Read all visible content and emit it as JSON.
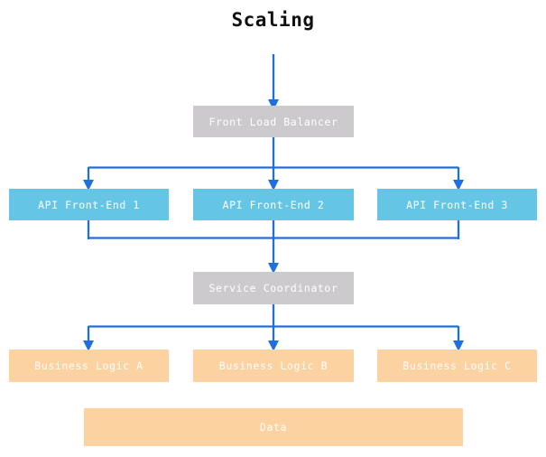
{
  "title": "Scaling",
  "colors": {
    "background": "#ffffff",
    "title_text": "#111111",
    "node_text": "#ffffff",
    "gray_node": "#cccacd",
    "blue_node": "#64c6e4",
    "peach_node": "#fcd2a1",
    "edge": "#1f6fe0"
  },
  "nodes": {
    "front_load_balancer": "Front Load Balancer",
    "api_front_end_1": "API Front-End 1",
    "api_front_end_2": "API Front-End 2",
    "api_front_end_3": "API Front-End 3",
    "service_coordinator": "Service Coordinator",
    "business_logic_a": "Business Logic A",
    "business_logic_b": "Business Logic B",
    "business_logic_c": "Business Logic C",
    "data": "Data"
  },
  "chart_data": {
    "type": "diagram",
    "title": "Scaling",
    "tiers": [
      {
        "name": "entry",
        "nodes": [
          "Front Load Balancer"
        ],
        "style": "gray"
      },
      {
        "name": "api",
        "nodes": [
          "API Front-End 1",
          "API Front-End 2",
          "API Front-End 3"
        ],
        "style": "blue"
      },
      {
        "name": "coordination",
        "nodes": [
          "Service Coordinator"
        ],
        "style": "gray"
      },
      {
        "name": "logic",
        "nodes": [
          "Business Logic A",
          "Business Logic B",
          "Business Logic C"
        ],
        "style": "peach"
      },
      {
        "name": "storage",
        "nodes": [
          "Data"
        ],
        "style": "peach"
      }
    ],
    "edges": [
      {
        "from": "external",
        "to": "Front Load Balancer",
        "type": "arrow"
      },
      {
        "from": "Front Load Balancer",
        "to": "API Front-End 1",
        "type": "fan-out"
      },
      {
        "from": "Front Load Balancer",
        "to": "API Front-End 2",
        "type": "fan-out"
      },
      {
        "from": "Front Load Balancer",
        "to": "API Front-End 3",
        "type": "fan-out"
      },
      {
        "from": "API Front-End 1",
        "to": "Service Coordinator",
        "type": "merge"
      },
      {
        "from": "API Front-End 2",
        "to": "Service Coordinator",
        "type": "merge"
      },
      {
        "from": "API Front-End 3",
        "to": "Service Coordinator",
        "type": "merge"
      },
      {
        "from": "Service Coordinator",
        "to": "Business Logic A",
        "type": "fan-out"
      },
      {
        "from": "Service Coordinator",
        "to": "Business Logic B",
        "type": "fan-out"
      },
      {
        "from": "Service Coordinator",
        "to": "Business Logic C",
        "type": "fan-out"
      }
    ]
  }
}
